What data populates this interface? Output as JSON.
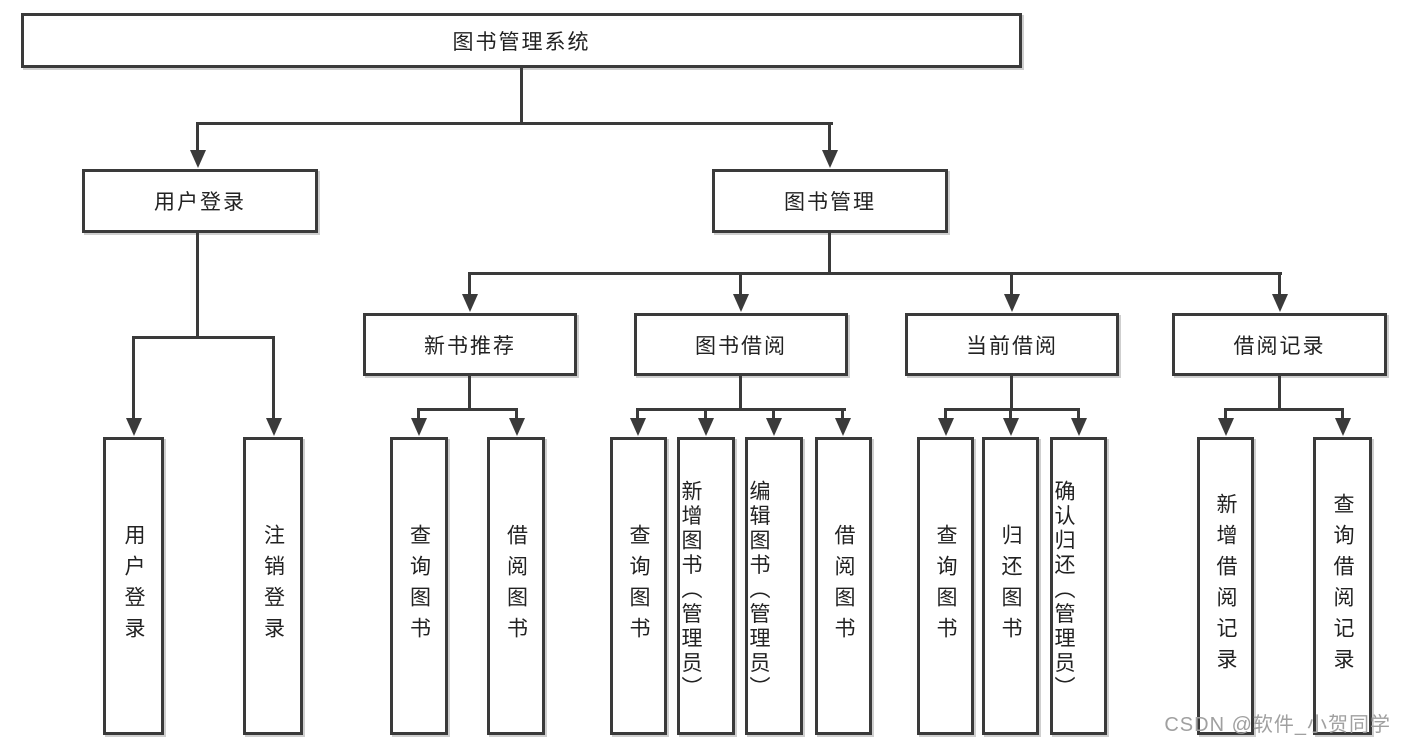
{
  "diagram": {
    "root": {
      "label": "图书管理系统"
    },
    "branches": [
      {
        "label": "用户登录",
        "children": [
          {
            "label": "用户登录"
          },
          {
            "label": "注销登录"
          }
        ]
      },
      {
        "label": "图书管理",
        "sections": [
          {
            "label": "新书推荐",
            "children": [
              {
                "label": "查询图书"
              },
              {
                "label": "借阅图书"
              }
            ]
          },
          {
            "label": "图书借阅",
            "children": [
              {
                "label": "查询图书"
              },
              {
                "label": "新增图书（管理员）"
              },
              {
                "label": "编辑图书（管理员）"
              },
              {
                "label": "借阅图书"
              }
            ]
          },
          {
            "label": "当前借阅",
            "children": [
              {
                "label": "查询图书"
              },
              {
                "label": "归还图书"
              },
              {
                "label": "确认归还（管理员）"
              }
            ]
          },
          {
            "label": "借阅记录",
            "children": [
              {
                "label": "新增借阅记录"
              },
              {
                "label": "查询借阅记录"
              }
            ]
          }
        ]
      }
    ],
    "watermark": {
      "text": "CSDN @软件_小贺同学"
    },
    "colors": {
      "line": "#3a3a3a",
      "text": "#222222",
      "background": "#ffffff",
      "watermark": "#a0a0a0"
    }
  }
}
